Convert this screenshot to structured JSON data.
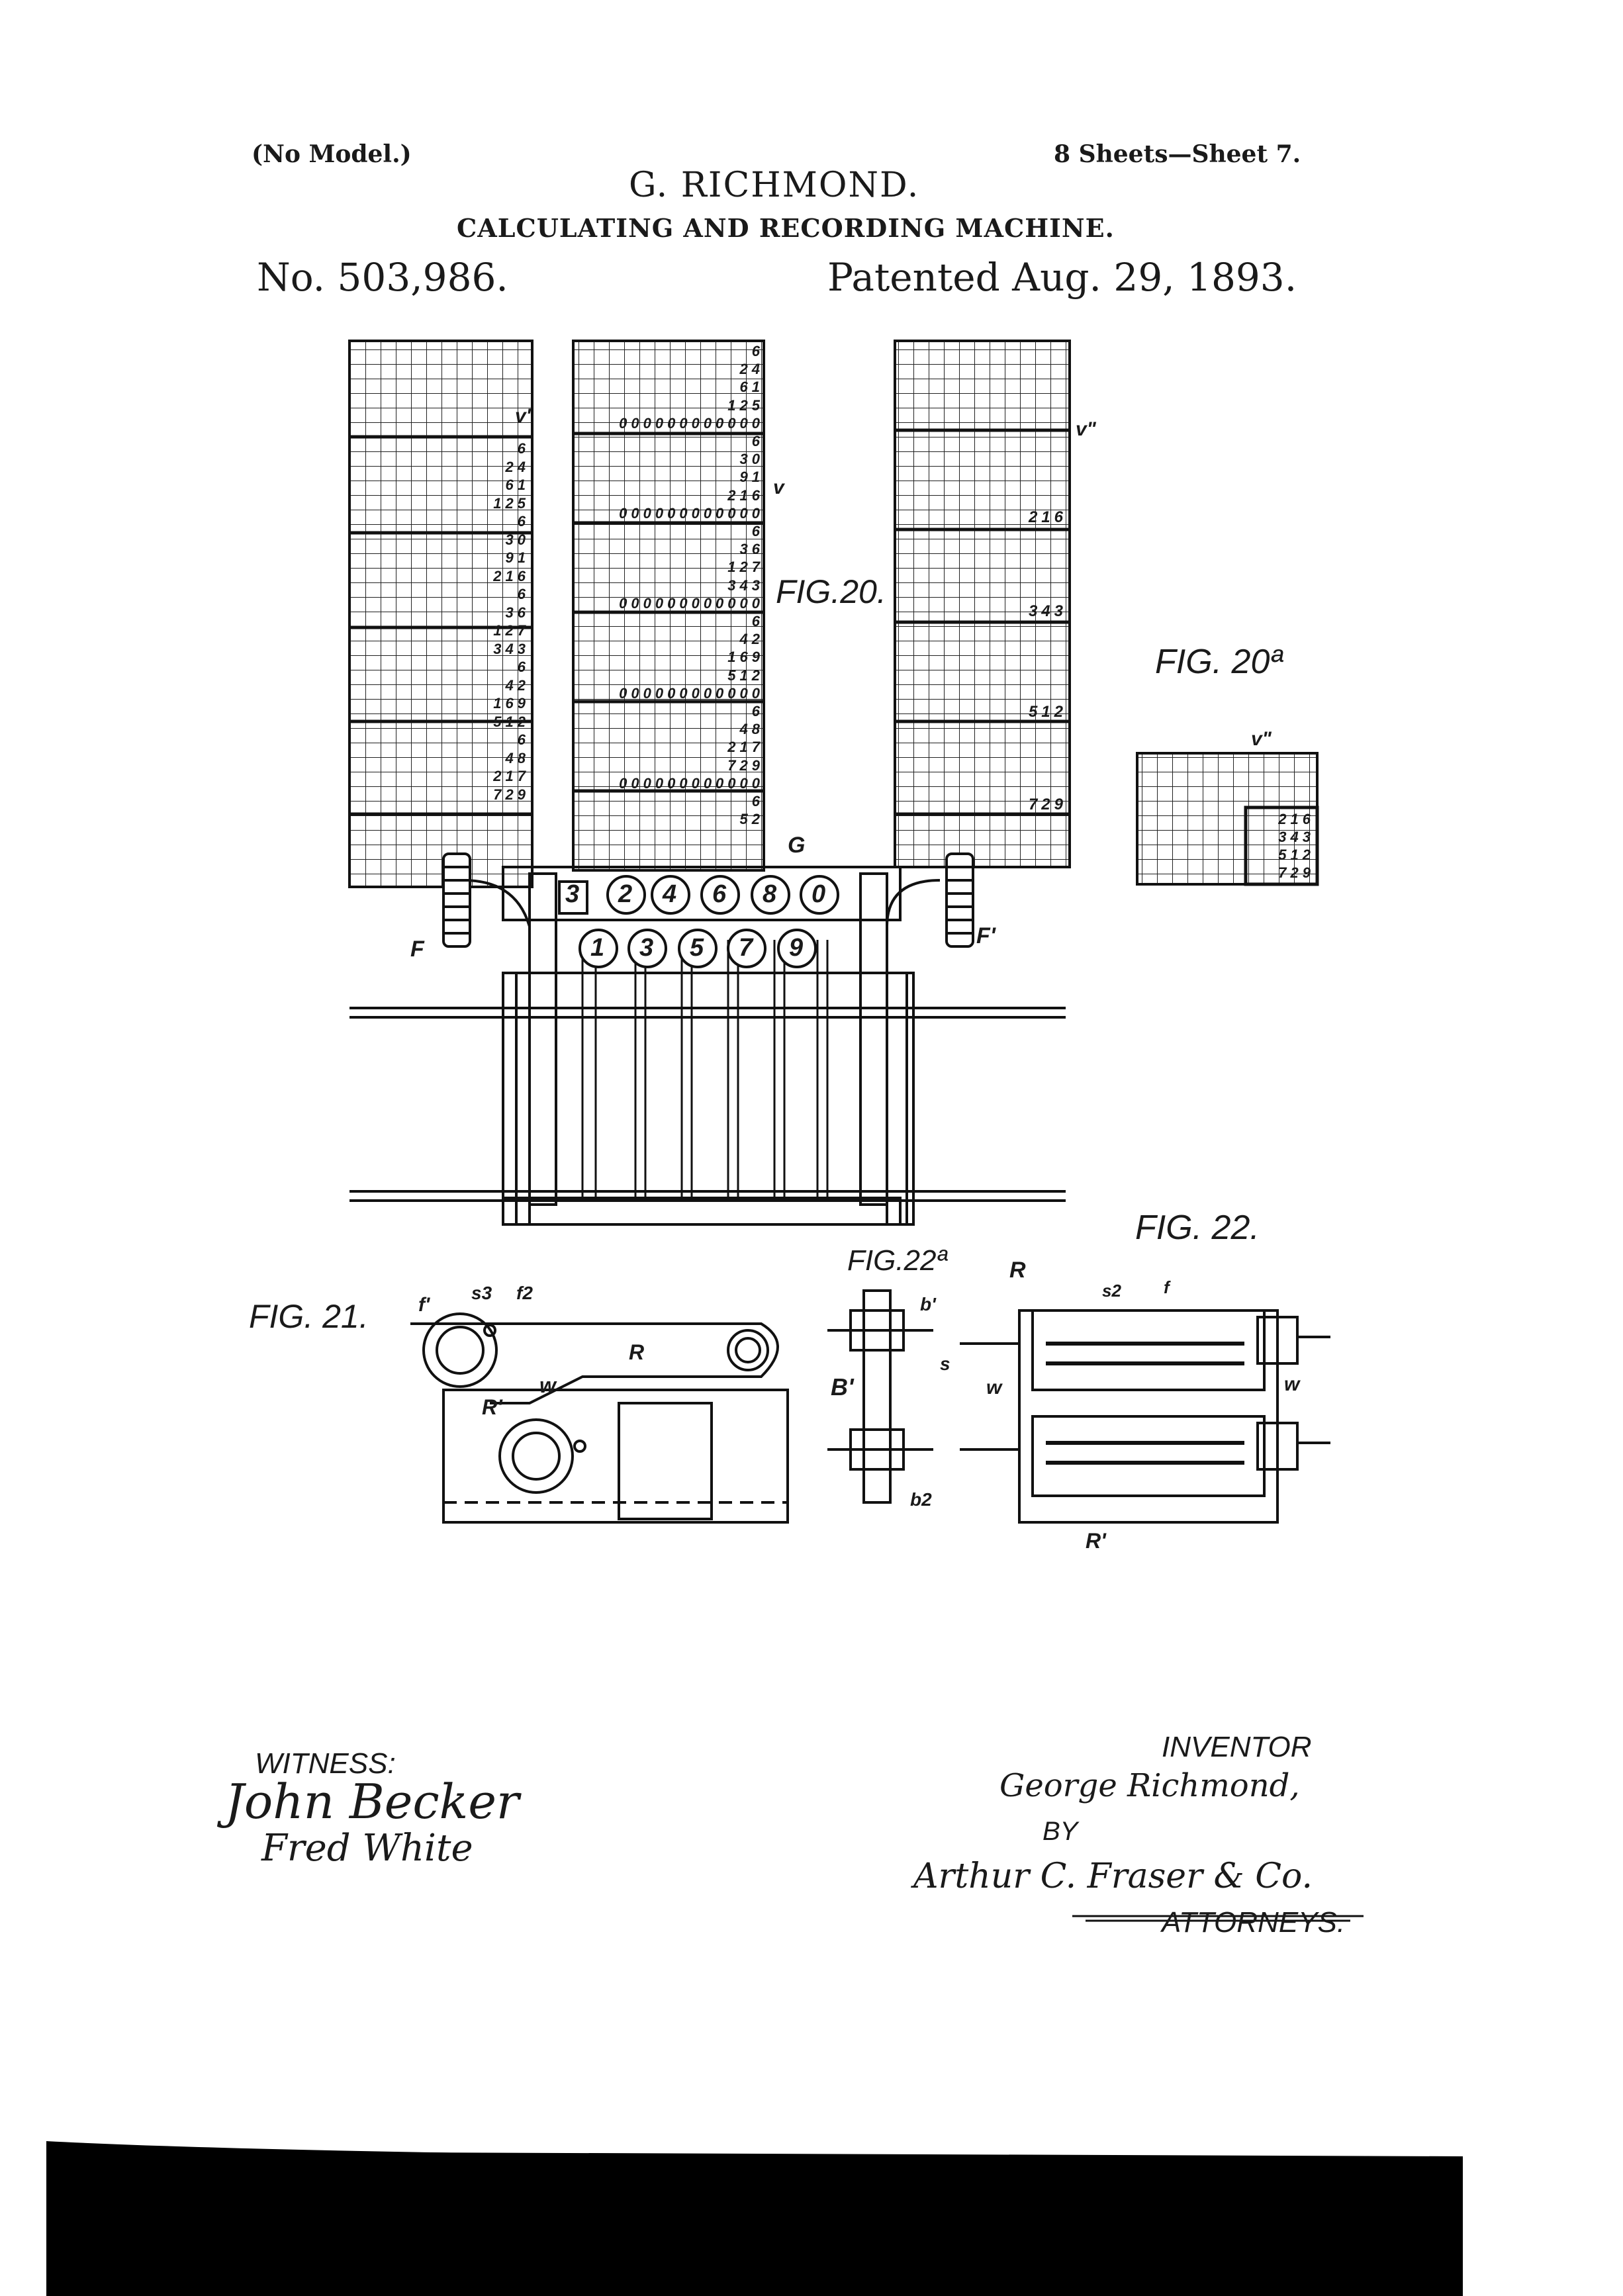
{
  "header": {
    "model_note": "(No Model.)",
    "sheets": "8 Sheets—Sheet 7.",
    "inventor_name": "G. RICHMOND.",
    "title": "CALCULATING AND RECORDING MACHINE.",
    "patent_number": "No. 503,986.",
    "patent_date": "Patented Aug. 29, 1893."
  },
  "figures": {
    "fig20": "FIG.20.",
    "fig20a": "FIG. 20ª",
    "fig21": "FIG. 21.",
    "fig22": "FIG. 22.",
    "fig22a": "FIG.22ª"
  },
  "labels": {
    "v": "v",
    "v1": "v'",
    "v2": "v\"",
    "v2b": "v\"",
    "G": "G",
    "F": "F",
    "F1": "F'",
    "R": "R",
    "R1": "R'",
    "w": "w",
    "f1": "f'",
    "s3": "s3",
    "f2": "f2",
    "R_b": "R",
    "R1_b": "R'",
    "B1": "B'",
    "b1": "b'",
    "b2": "b2",
    "s": "s",
    "s2": "s2",
    "f": "f",
    "w_l": "w",
    "w_r": "w"
  },
  "chart_data": {
    "middle_column_rows": [
      "6",
      "24",
      "61",
      "125",
      "000000000000",
      "6",
      "30",
      "91",
      "216",
      "000000000000",
      "6",
      "36",
      "127",
      "343",
      "000000000000",
      "6",
      "42",
      "169",
      "512",
      "000000000000",
      "6",
      "48",
      "217",
      "729",
      "000000000000",
      "6",
      "52"
    ],
    "left_column_rows": [
      "6",
      "24",
      "61",
      "125",
      "6",
      "30",
      "91",
      "216",
      "6",
      "36",
      "127",
      "343",
      "6",
      "42",
      "169",
      "512",
      "6",
      "48",
      "217",
      "729"
    ],
    "right_column_rows": [
      "216",
      "343",
      "512",
      "729"
    ],
    "fig20a_rows": [
      "216",
      "343",
      "512",
      "729"
    ],
    "keys_top": [
      "3",
      "2",
      "4",
      "6",
      "8",
      "0"
    ],
    "keys_bottom": [
      "1",
      "3",
      "5",
      "7",
      "9"
    ]
  },
  "signatures": {
    "witness_label": "WITNESS:",
    "witness_1": "John Becker",
    "witness_2": "Fred White",
    "inventor_label": "INVENTOR",
    "inventor_sig": "George Richmond,",
    "by_label": "BY",
    "attorney_sig": "Arthur C. Fraser & Co.",
    "attorneys_label": "ATTORNEYS."
  }
}
